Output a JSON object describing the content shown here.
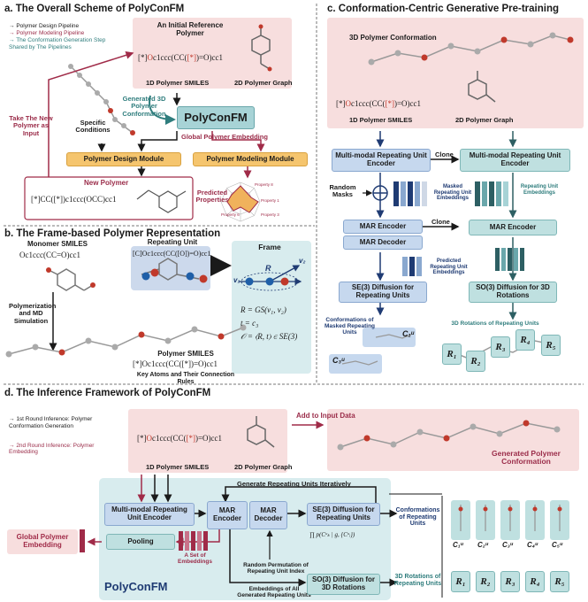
{
  "panels": {
    "a_title": "a. The Overall Scheme of PolyConFM",
    "b_title": "b. The Frame-based Polymer Representation",
    "c_title": "c. Conformation-Centric Generative Pre-training",
    "d_title": "d. The Inference Framework of PolyConFM"
  },
  "panel_a": {
    "legend": [
      "Polymer Design Pipeline",
      "Polymer Modeling Pipeline",
      "The Conformation Generation Step Shared by The Pipelines"
    ],
    "initial_polymer": "An Initial Reference Polymer",
    "smiles_prefix": "[*]",
    "smiles_o": "O",
    "smiles_mid": "c1ccc(CC(",
    "smiles_star": "[*]",
    "smiles_suffix": ")=O)cc1",
    "smiles_label": "1D Polymer SMILES",
    "graph_label": "2D Polymer Graph",
    "generated_conf": "Generated 3D Polymer Conformation",
    "model_name": "PolyConFM",
    "take_new": "Take The New Polymer as Input",
    "specific_conditions": "Specific Conditions",
    "global_embedding": "Global Polymer Embedding",
    "design_module": "Polymer Design Module",
    "modeling_module": "Polymer Modeling Module",
    "new_polymer": "New Polymer",
    "new_smiles": "[*]CC([*])c1ccc(OCC)cc1",
    "predicted_props": "Predicted Properties",
    "props": [
      "Property 1",
      "Property 2",
      "Property 3",
      "Property 4",
      "Property 5",
      "Property 6",
      "Property 7",
      "Property 8"
    ]
  },
  "panel_b": {
    "monomer_label": "Monomer SMILES",
    "monomer_smiles": "Oc1ccc(CC=O)cc1",
    "polymerization": "Polymerization and MD Simulation",
    "repeating_unit": "Repeating Unit",
    "ru_smiles": "[C]Oc1ccc(CC([O])=O)cc1",
    "polymer_smiles_label": "Polymer SMILES",
    "polymer_smiles": "[*]Oc1ccc(CC([*])=O)cc1",
    "key_atoms": "Key Atoms and Their Connection Rules",
    "frame": "Frame",
    "eq_R": "R = GS(v₁, v₂)",
    "eq_t": "t = c₃",
    "eq_O": "𝒪 = ⟨R, t⟩ ∈ SE(3)",
    "v1": "v₁",
    "v2": "v₂",
    "R": "R"
  },
  "panel_c": {
    "conf_3d": "3D Polymer Conformation",
    "smiles_label": "1D Polymer SMILES",
    "graph_label": "2D Polymer Graph",
    "mm_encoder_left": "Multi-modal Repeating Unit Encoder",
    "clone1": "Clone",
    "mm_encoder_right": "Multi-modal Repeating Unit Encoder",
    "random_masks": "Random Masks",
    "masked_embeddings": "Masked Repeating Unit Embeddings",
    "ru_embeddings": "Repeating Unit Embeddings",
    "mar_encoder_left": "MAR Encoder",
    "clone2": "Clone",
    "mar_encoder_right": "MAR Encoder",
    "mar_decoder": "MAR Decoder",
    "predicted_embeddings": "Predicted Repeating Unit Embeddings",
    "se3": "SE(3) Diffusion for Repeating Units",
    "so3": "SO(3) Diffusion for 3D Rotations",
    "conf_masked": "Conformations of Masked Repeating Units",
    "rotations": "3D Rotations of Repeating Units",
    "c_labels": [
      "C₁ᵘ",
      "C₃ᵘ"
    ],
    "r_labels": [
      "R₁",
      "R₂",
      "R₃",
      "R₄",
      "R₅"
    ]
  },
  "panel_d": {
    "legend1": "1st Round Inference: Polymer Conformation Generation",
    "legend2": "2nd Round Inference: Polymer Embedding",
    "smiles_label": "1D Polymer SMILES",
    "graph_label": "2D Polymer Graph",
    "add_input": "Add to Input Data",
    "generated_conf": "Generated Polymer Conformation",
    "generate_iter": "Generate Repeating Units Iteratively",
    "mm_encoder": "Multi-modal Repeating Unit Encoder",
    "mar_encoder": "MAR Encoder",
    "mar_decoder": "MAR Decoder",
    "se3": "SE(3) Diffusion for Repeating Units",
    "formula": "∏ p(Cᵘₖ | g, {Cᵘᵢ})",
    "random_perm": "Random Permutation of Repeating Unit Index",
    "pooling": "Pooling",
    "set_embeddings": "A Set of Embeddings",
    "global_embedding": "Global Polymer Embedding",
    "embeddings_all": "Embeddings of All Generated Repeating Units",
    "so3": "SO(3) Diffusion for 3D Rotations",
    "model_name": "PolyConFM",
    "conf_ru": "Conformations of Repeating Units",
    "rot_ru": "3D Rotations of Repeating Units",
    "c_labels": [
      "C₁ᵘ",
      "C₂ᵘ",
      "C₃ᵘ",
      "C₄ᵘ",
      "C₅ᵘ"
    ],
    "r_labels": [
      "R₁",
      "R₂",
      "R₃",
      "R₄",
      "R₅"
    ]
  },
  "colors": {
    "design": "#1a1a1a",
    "modeling": "#a02b48",
    "shared": "#2f7d7d",
    "orange": "#f5c56e",
    "teal": "#bfe0e0",
    "pink": "#f7dede",
    "blue": "#c6d8ee"
  }
}
